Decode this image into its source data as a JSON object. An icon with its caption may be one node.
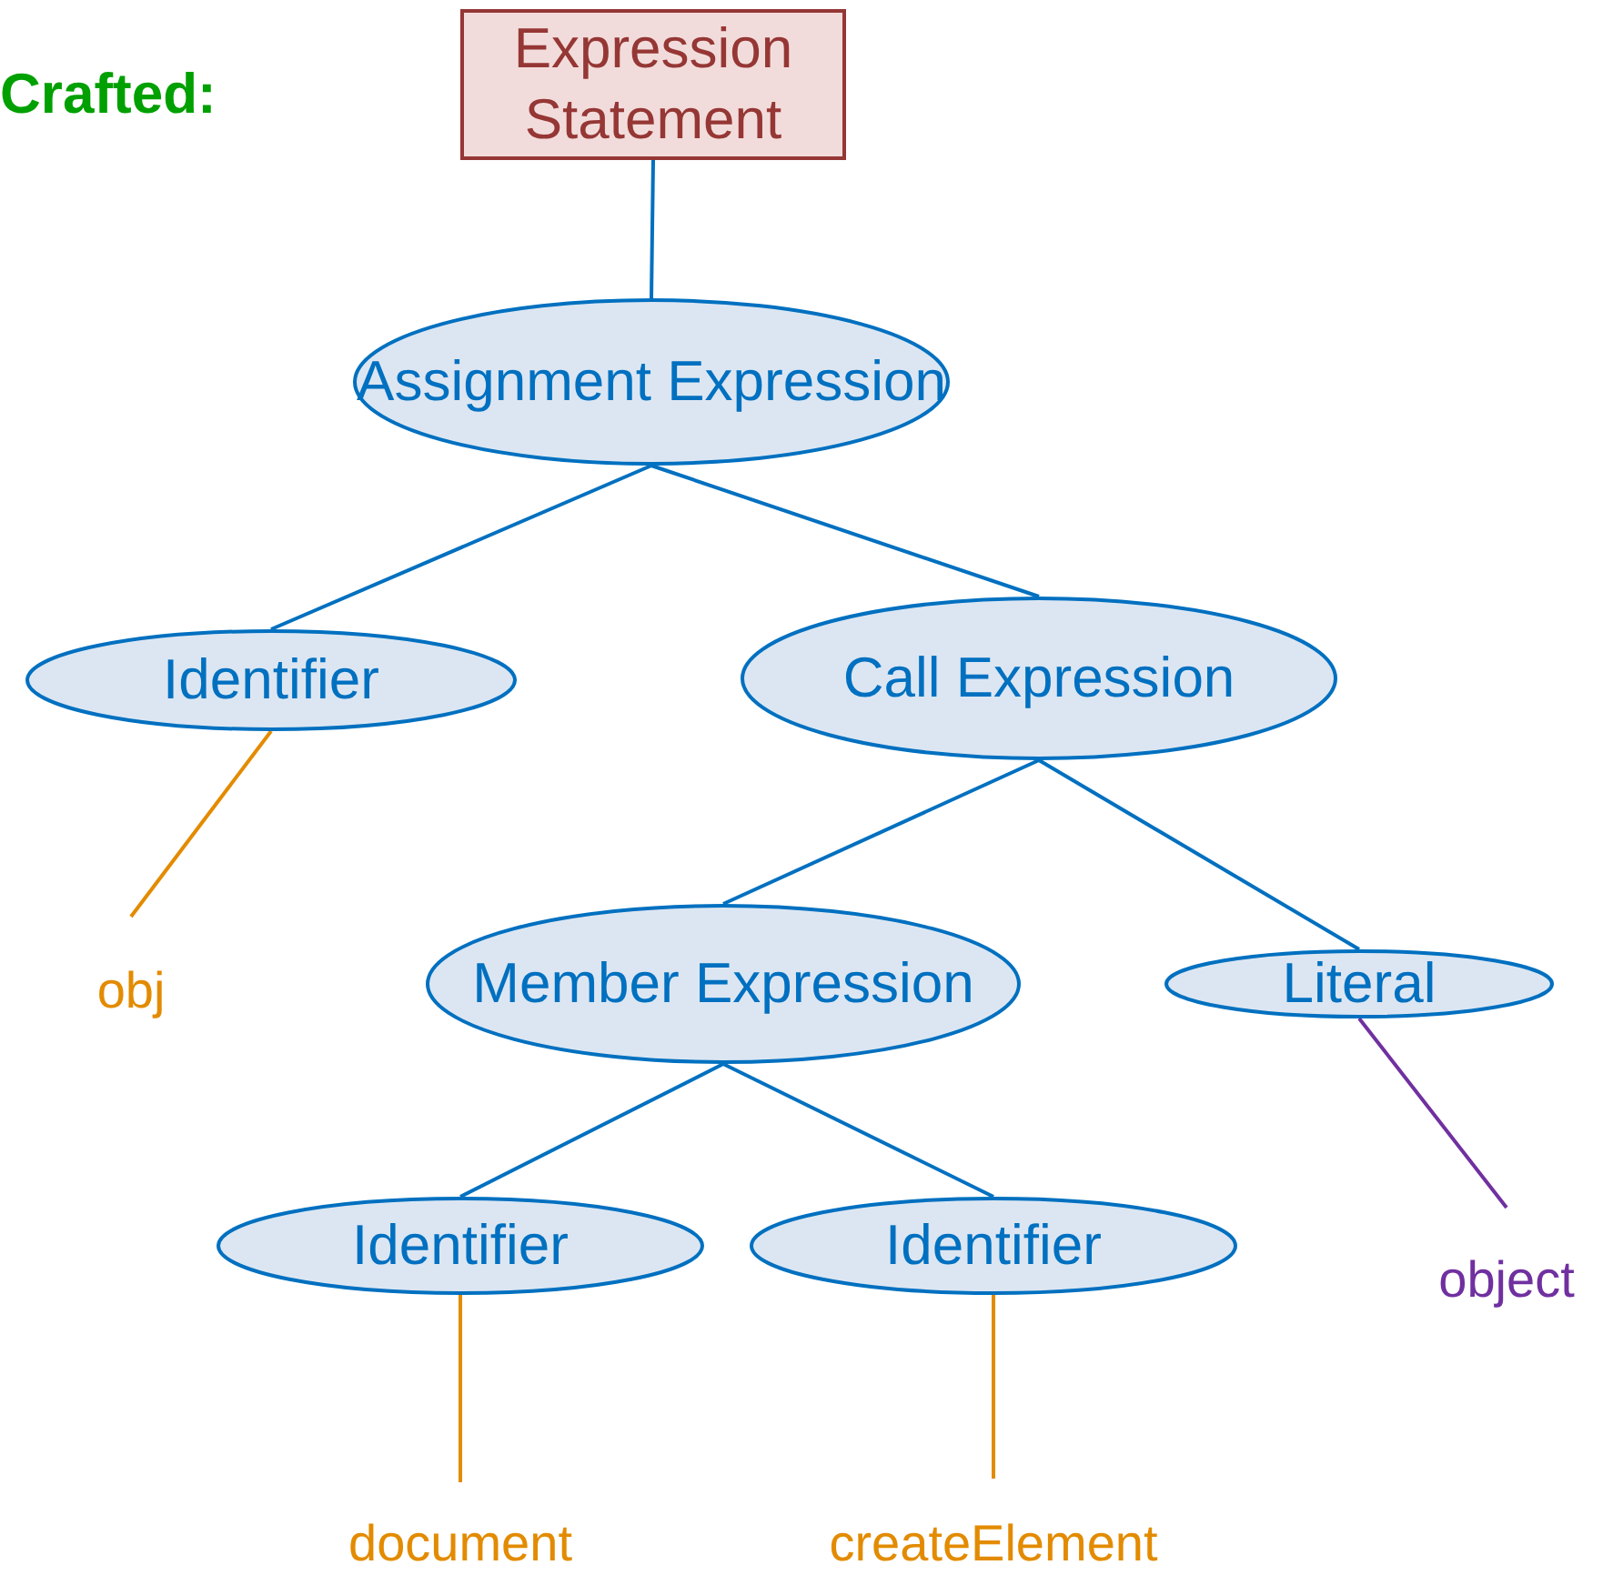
{
  "diagram": {
    "nodes": [
      {
        "text": [
          "Expression Statement"
        ]
      },
      {
        "text": [
          "Assignment Expression"
        ]
      },
      {
        "text": [
          "Identifier"
        ]
      },
      {
        "text": [
          "Call Expression"
        ]
      },
      {
        "text": [
          "obj"
        ]
      },
      {
        "text": [
          "Member Expression"
        ]
      },
      {
        "text": [
          "Literal"
        ]
      },
      {
        "text": [
          "Identifier"
        ]
      },
      {
        "text": [
          "Identifier"
        ]
      },
      {
        "text": [
          "object"
        ]
      },
      {
        "text": [
          "document"
        ]
      },
      {
        "text": [
          "createElement"
        ]
      }
    ],
    "edges": [
      {
        "from": 0,
        "to": 1,
        "arrow": "none"
      },
      {
        "from": 1,
        "to": 2,
        "arrow": "none"
      },
      {
        "from": 1,
        "to": 3,
        "arrow": "none"
      },
      {
        "from": 2,
        "to": 4,
        "arrow": "none",
        "color": "#e38b00"
      },
      {
        "from": 3,
        "to": 5,
        "arrow": "none"
      },
      {
        "from": 3,
        "to": 6,
        "arrow": "none"
      },
      {
        "from": 6,
        "to": 9,
        "arrow": "none",
        "color": "#7030a0"
      },
      {
        "from": 5,
        "to": 7,
        "arrow": "none"
      },
      {
        "from": 5,
        "to": 8,
        "arrow": "none"
      },
      {
        "from": 7,
        "to": 10,
        "arrow": "none",
        "color": "#e38b00"
      },
      {
        "from": 8,
        "to": 11,
        "arrow": "none",
        "color": "#e38b00"
      }
    ],
    "labels": [
      "Crafted:"
    ]
  }
}
